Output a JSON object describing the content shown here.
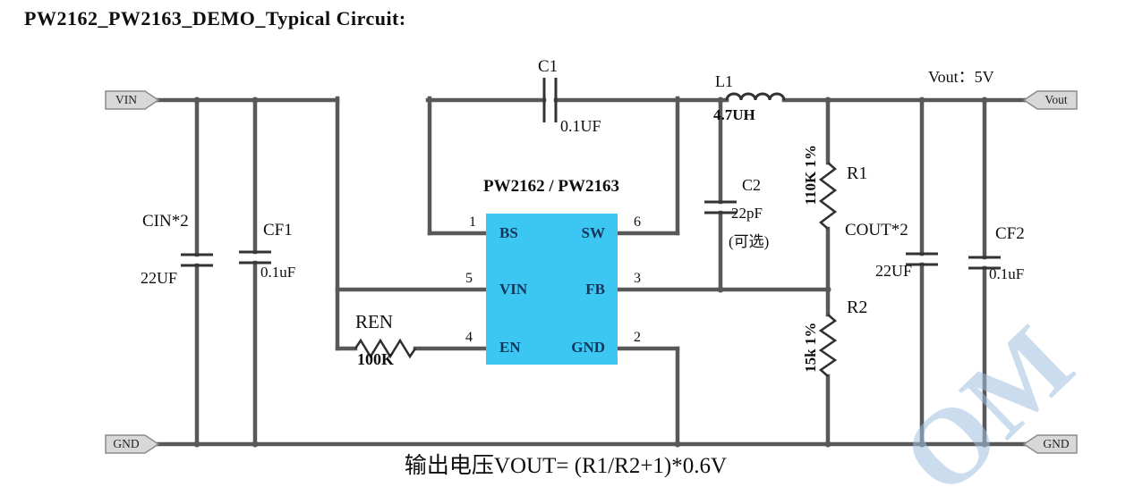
{
  "title": "PW2162_PW2163_DEMO_Typical Circuit:",
  "ports": {
    "vin": "VIN",
    "vout": "Vout",
    "gnd_left": "GND",
    "gnd_right": "GND"
  },
  "ic": {
    "name": "PW2162 / PW2163",
    "pins": {
      "bs": {
        "num": "1",
        "label": "BS"
      },
      "vin": {
        "num": "5",
        "label": "VIN"
      },
      "en": {
        "num": "4",
        "label": "EN"
      },
      "sw": {
        "num": "6",
        "label": "SW"
      },
      "fb": {
        "num": "3",
        "label": "FB"
      },
      "gnd": {
        "num": "2",
        "label": "GND"
      }
    }
  },
  "components": {
    "c1": {
      "ref": "C1",
      "value": "0.1UF"
    },
    "l1": {
      "ref": "L1",
      "value": "4.7UH"
    },
    "c2": {
      "ref": "C2",
      "value": "22pF",
      "note": "(可选)"
    },
    "r1": {
      "ref": "R1",
      "value": "110K 1%"
    },
    "r2": {
      "ref": "R2",
      "value": "15k 1%"
    },
    "ren": {
      "ref": "REN",
      "value": "100K"
    },
    "cin": {
      "ref": "CIN*2",
      "value": "22UF"
    },
    "cf1": {
      "ref": "CF1",
      "value": "0.1uF"
    },
    "cout": {
      "ref": "COUT*2",
      "value": "22UF"
    },
    "cf2": {
      "ref": "CF2",
      "value": "0.1uF"
    }
  },
  "annotations": {
    "vout_spec": "Vout：5V",
    "formula": "输出电压VOUT= (R1/R2+1)*0.6V",
    "watermark": "OM"
  },
  "colors": {
    "wire": "#57585a",
    "symbol": "#333333",
    "ic_fill": "#3cc7f2",
    "flag_fill": "#d8d8d8",
    "watermark": "#9ebfdf"
  }
}
